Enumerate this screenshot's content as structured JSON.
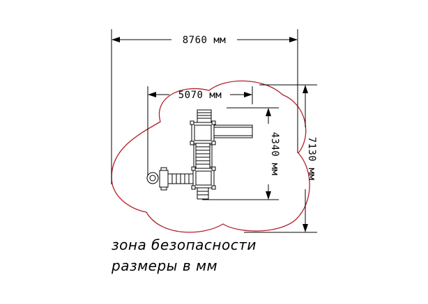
{
  "dimensions": {
    "overall_width": "8760 мм",
    "inner_width": "5070 мм",
    "inner_height": "4340 мм",
    "overall_height": "7130 мм"
  },
  "captions": {
    "safety_zone": "зона безопасности",
    "units_note": "размеры в мм"
  },
  "colors": {
    "safety_zone_outline": "#b0202a",
    "lines": "#000000",
    "equipment_fill": "#ffffff"
  }
}
